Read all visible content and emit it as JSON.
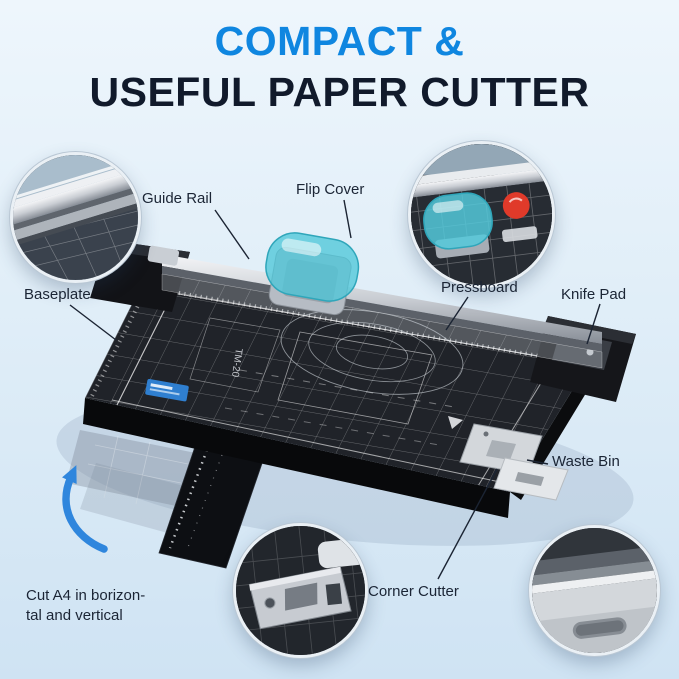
{
  "title": {
    "line1": "COMPACT &",
    "line2": "USEFUL PAPER CUTTER"
  },
  "callouts": {
    "guide_rail": "Guide Rail",
    "flip_cover": "Flip Cover",
    "baseplate": "Baseplate",
    "pressboard": "Pressboard",
    "knife_pad": "Knife Pad",
    "waste_bin": "Waste Bin",
    "corner_cutter": "Corner Cutter",
    "cut_a4_line1": "Cut A4 in borizon-",
    "cut_a4_line2": "tal and vertical"
  },
  "product": {
    "model_marking": "TM-20"
  },
  "colors": {
    "accent_blue": "#0f86e0",
    "navy": "#111a2b",
    "label_text": "#1b2535",
    "teal": "#4ec7d8",
    "arrow_blue": "#2f86dd",
    "sticker_red": "#e03a2a",
    "body_black": "#202329",
    "silver": "#d9dde2",
    "bg_top": "#eef6fc",
    "bg_bottom": "#cfe3f3"
  }
}
